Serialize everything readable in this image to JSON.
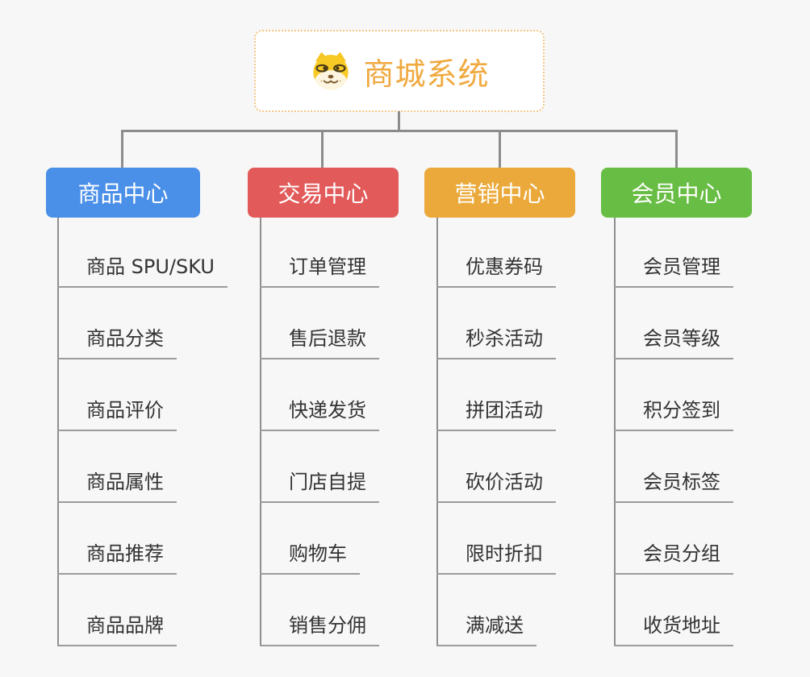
{
  "canvas": {
    "background_color": "#f7f7f7",
    "connector_color": "#8c8c8c",
    "leaf_line_color": "#9b9b9b",
    "leaf_text_color": "#333333"
  },
  "root": {
    "title": "商城系统",
    "icon": "doge-icon",
    "text_color": "#efa93f",
    "border_color": "#f3c584",
    "fill_color": "#ffffff"
  },
  "branches": [
    {
      "label": "商品中心",
      "color": "#4a8fe8",
      "items": [
        "商品 SPU/SKU",
        "商品分类",
        "商品评价",
        "商品属性",
        "商品推荐",
        "商品品牌"
      ]
    },
    {
      "label": "交易中心",
      "color": "#e25a5a",
      "items": [
        "订单管理",
        "售后退款",
        "快递发货",
        "门店自提",
        "购物车",
        "销售分佣"
      ]
    },
    {
      "label": "营销中心",
      "color": "#eba93b",
      "items": [
        "优惠券码",
        "秒杀活动",
        "拼团活动",
        "砍价活动",
        "限时折扣",
        "满减送"
      ]
    },
    {
      "label": "会员中心",
      "color": "#68bd44",
      "items": [
        "会员管理",
        "会员等级",
        "积分签到",
        "会员标签",
        "会员分组",
        "收货地址"
      ]
    }
  ]
}
